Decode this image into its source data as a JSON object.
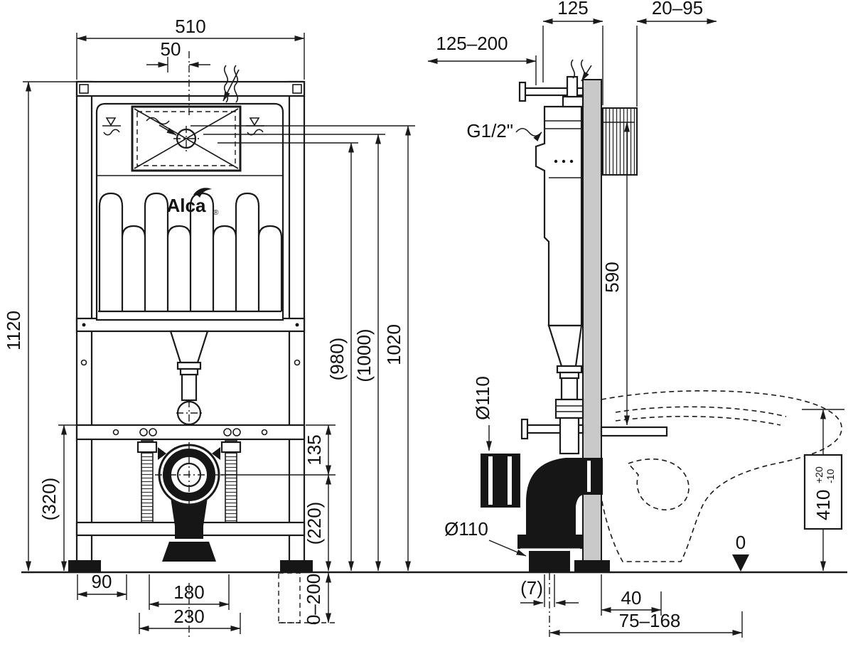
{
  "brand": {
    "logo": "Alca",
    "registered": "®"
  },
  "front_view": {
    "dim_width_510": "510",
    "dim_offset_50": "50",
    "dim_height_1120": "1120",
    "dim_height_320": "(320)",
    "dim_90": "90",
    "dim_180": "180",
    "dim_230": "230",
    "dim_135": "135",
    "dim_220": "(220)",
    "dim_0_200": "0–200",
    "dim_980": "(980)",
    "dim_1000": "(1000)",
    "dim_1020": "1020"
  },
  "side_view": {
    "dim_125_200": "125–200",
    "dim_125": "125",
    "dim_20_95": "20–95",
    "label_thread": "G1/2\"",
    "dim_590": "590",
    "dim_dia110_sleeve": "Ø110",
    "dim_dia110_outlet": "Ø110",
    "dim_7": "(7)",
    "dim_40": "40",
    "dim_75_168": "75–168",
    "dim_410": "410",
    "dim_410_plus": "+20",
    "dim_410_minus": "-10",
    "datum_zero": "0"
  }
}
